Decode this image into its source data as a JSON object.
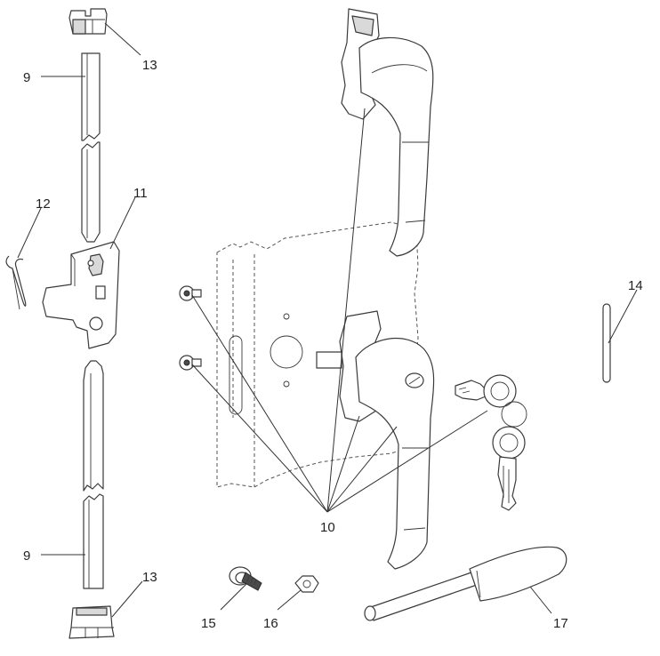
{
  "diagram": {
    "callouts": [
      {
        "id": "label-13-top",
        "text": "13"
      },
      {
        "id": "label-9-top",
        "text": "9"
      },
      {
        "id": "label-12",
        "text": "12"
      },
      {
        "id": "label-11",
        "text": "11"
      },
      {
        "id": "label-9-bottom",
        "text": "9"
      },
      {
        "id": "label-13-bottom",
        "text": "13"
      },
      {
        "id": "label-14",
        "text": "14"
      },
      {
        "id": "label-10",
        "text": "10"
      },
      {
        "id": "label-15",
        "text": "15"
      },
      {
        "id": "label-16",
        "text": "16"
      },
      {
        "id": "label-17",
        "text": "17"
      }
    ]
  }
}
